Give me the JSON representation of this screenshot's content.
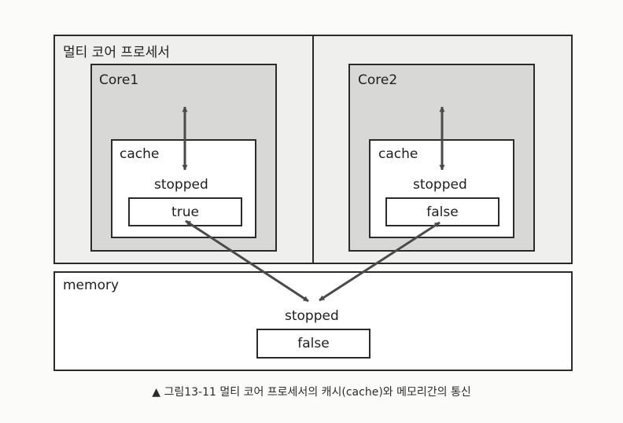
{
  "processor": {
    "title": "멀티 코어 프로세서",
    "cores": [
      {
        "label": "Core1",
        "cache_label": "cache",
        "variable": "stopped",
        "value": "true"
      },
      {
        "label": "Core2",
        "cache_label": "cache",
        "variable": "stopped",
        "value": "false"
      }
    ]
  },
  "memory": {
    "label": "memory",
    "variable": "stopped",
    "value": "false"
  },
  "caption": "▲ 그림13-11  멀티 코어 프로세서의 캐시(cache)와 메모리간의 통신"
}
